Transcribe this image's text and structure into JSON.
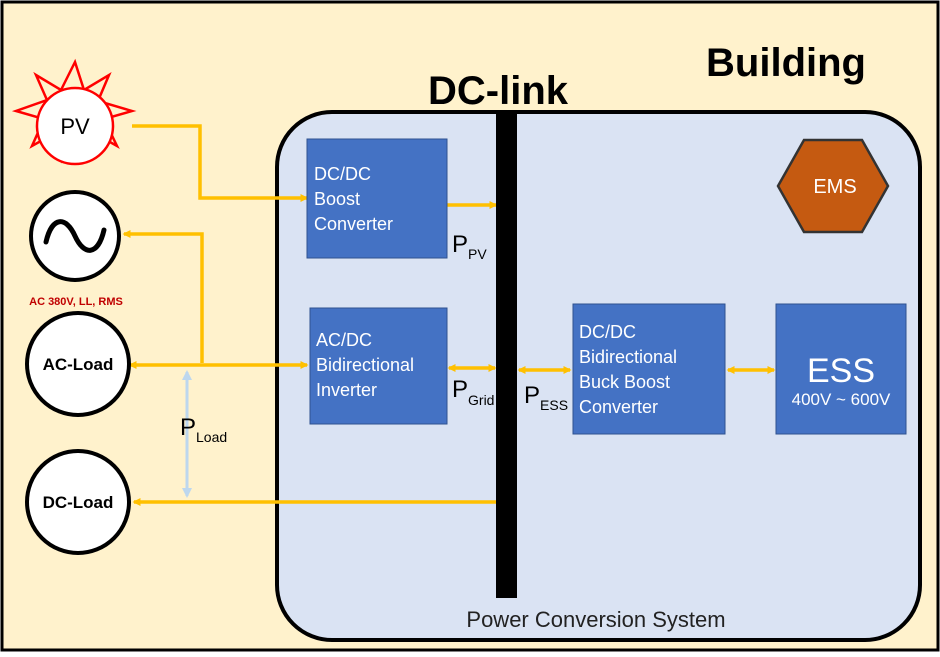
{
  "building": {
    "title": "Building"
  },
  "dc_link": {
    "title": "DC-link"
  },
  "pcs": {
    "label": "Power Conversion System"
  },
  "sources": {
    "pv": "PV",
    "grid_spec": "AC 380V, LL, RMS",
    "ac_load": "AC-Load",
    "dc_load": "DC-Load"
  },
  "blocks": {
    "dcdc_boost": [
      "DC/DC",
      "Boost",
      "Converter"
    ],
    "acdc_inverter": [
      "AC/DC",
      "Bidirectional",
      "Inverter"
    ],
    "dcdc_buckboost": [
      "DC/DC",
      "Bidirectional",
      "Buck Boost",
      "Converter"
    ],
    "ess": {
      "title": "ESS",
      "range": "400V ~ 600V"
    },
    "ems": "EMS"
  },
  "powers": {
    "pv": {
      "symbol": "P",
      "sub": "PV"
    },
    "grid": {
      "symbol": "P",
      "sub": "Grid"
    },
    "ess": {
      "symbol": "P",
      "sub": "ESS"
    },
    "load": {
      "symbol": "P",
      "sub": "Load"
    }
  },
  "colors": {
    "background": "#FFF2CC",
    "pcs_fill": "#DAE3F3",
    "block_fill": "#4472C4",
    "arrow": "#FFC000",
    "ems_fill": "#C55A11",
    "dc_bus": "#000000",
    "pv_sun": "#FF0000",
    "grid_spec_text": "#C00000",
    "load_arrow": "#BDD7EE"
  }
}
